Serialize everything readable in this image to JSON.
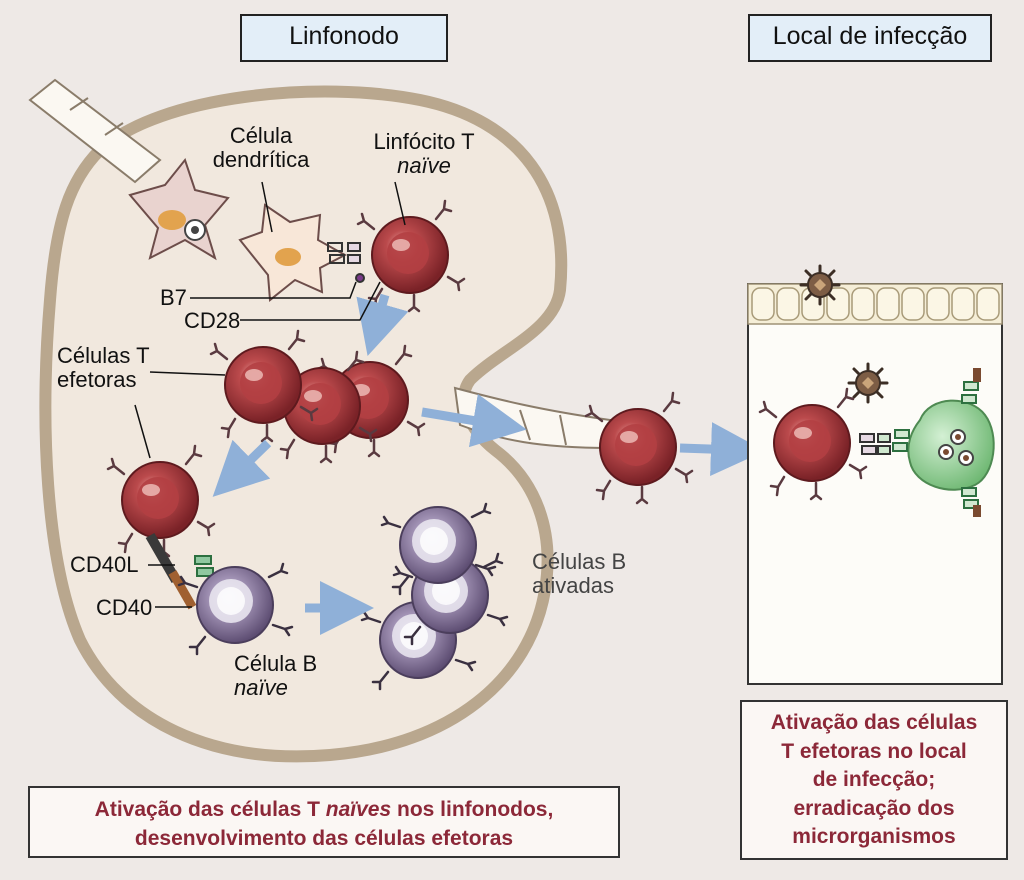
{
  "titles": {
    "lymph_node": "Linfonodo",
    "infection_site": "Local de infecção"
  },
  "labels": {
    "dendritic_cell": [
      "Célula",
      "dendrítica"
    ],
    "naive_t": [
      "Linfócito T",
      "naïve"
    ],
    "b7": "B7",
    "cd28": "CD28",
    "effector_t": [
      "Células T",
      "efetoras"
    ],
    "cd40l": "CD40L",
    "cd40": "CD40",
    "naive_b": [
      "Célula B",
      "naïve"
    ],
    "activated_b": [
      "Células B",
      "ativadas"
    ]
  },
  "captions": {
    "left_part1": "Ativação das células T ",
    "left_italic": "naïves",
    "left_part2": " nos linfonodos,",
    "left_line2": "desenvolvimento das células efetoras",
    "right": [
      "Ativação das células",
      "T efetoras no local",
      "de infecção;",
      "erradicação dos",
      "microrganismos"
    ]
  },
  "colors": {
    "t_cell": "#a8373a",
    "b_cell": "#8a7aa0",
    "node_outline": "#b9a78e",
    "node_fill": "#efe6dc",
    "arrow": "#8fb0d8",
    "infected_cell": "#8fd090",
    "caption_text": "#8c2838"
  }
}
